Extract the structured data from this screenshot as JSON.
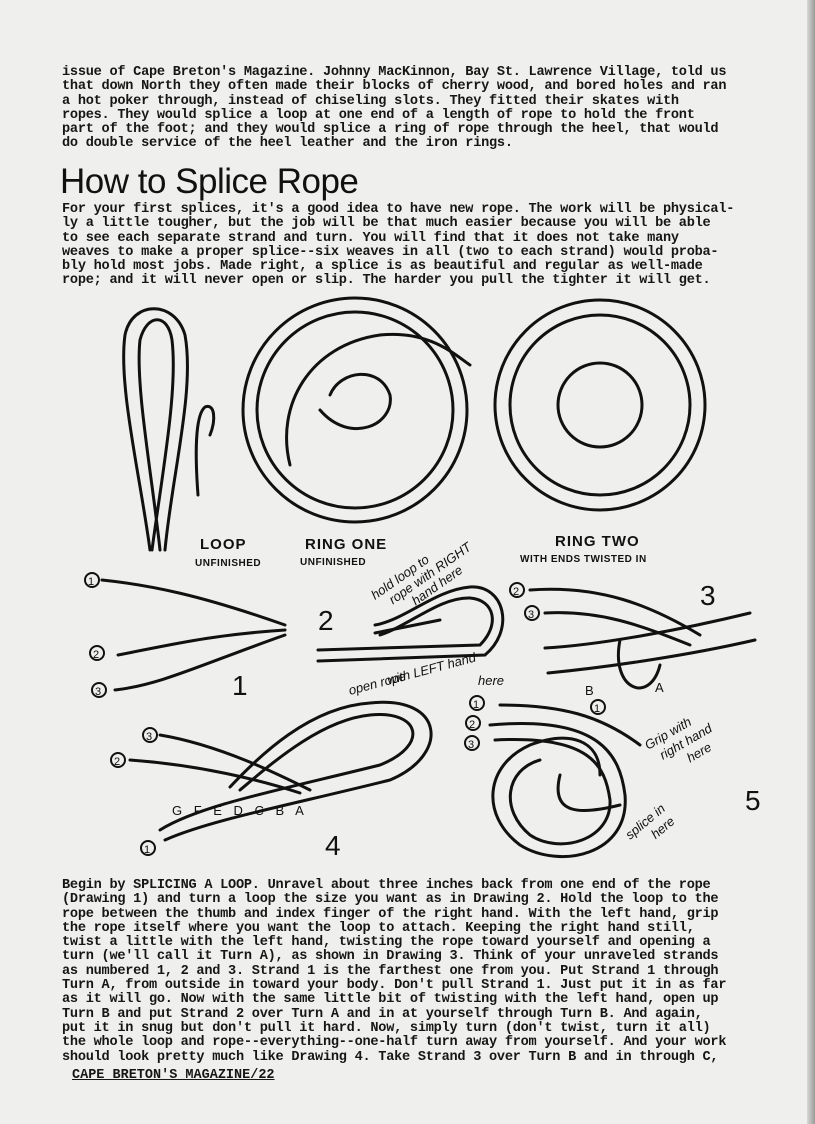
{
  "top_paragraph": {
    "lines": [
      "issue of Cape Breton's Magazine. Johnny MacKinnon, Bay St. Lawrence Village, told us",
      "that down North they often made their blocks of cherry wood, and bored holes and ran",
      "a hot poker through, instead of chiseling slots. They fitted their skates with",
      "ropes. They would splice a loop at one end of a length of rope to hold the front",
      "part of the foot; and they would splice a ring of rope through the heel, that would",
      "do double service of the heel leather and the iron rings."
    ]
  },
  "title": "How to Splice Rope",
  "intro_paragraph": {
    "lines": [
      "For your first splices, it's a good idea to have new rope. The work will be physical-",
      "ly a little tougher, but the job will be that much easier because you will be able",
      "to see each separate strand and turn. You will find that it does not take many",
      "weaves to make a proper splice--six weaves in all (two to each strand) would proba-",
      "bly hold most jobs. Made right, a splice is as beautiful and regular as well-made",
      "rope; and it will never open or slip. The harder you pull the tighter it will get."
    ]
  },
  "drawings": {
    "loop": {
      "title": "LOOP",
      "subtitle": "UNFINISHED"
    },
    "ring_one": {
      "title": "RING ONE",
      "subtitle": "UNFINISHED"
    },
    "ring_two": {
      "title": "RING TWO",
      "subtitle": "WITH ENDS TWISTED IN"
    },
    "strand_labels": [
      "1",
      "2",
      "3"
    ],
    "d1": {
      "number": "1"
    },
    "d2": {
      "number": "2",
      "note_top": [
        "hold loop to",
        "rope with RIGHT",
        "hand here"
      ],
      "note_bottom": [
        "open rope",
        "with LEFT hand",
        "here"
      ]
    },
    "d3": {
      "number": "3",
      "turn_b": "B",
      "turn_a": "A"
    },
    "d4": {
      "number": "4",
      "turns": "G F E D C B A"
    },
    "d5": {
      "number": "5",
      "note_grip": [
        "Grip with",
        "right hand",
        "here"
      ],
      "note_splice": [
        "splice in",
        "here"
      ]
    }
  },
  "body_paragraph": {
    "lines": [
      "Begin by SPLICING A LOOP. Unravel about three inches back from one end of the rope",
      "(Drawing 1) and turn a loop the size you want as in Drawing 2. Hold the loop to the",
      "rope between the thumb and index finger of the right hand. With the left hand, grip",
      "the rope itself where you want the loop to attach. Keeping the right hand still,",
      "twist a little with the left hand, twisting the rope toward yourself and opening a",
      "turn (we'll call it Turn A), as shown in Drawing 3. Think of your unraveled strands",
      "as numbered 1, 2 and 3. Strand 1 is the farthest one from you. Put Strand 1 through",
      "Turn A, from outside in toward your body. Don't pull Strand 1. Just put it in as far",
      "as it will go. Now with the same little bit of twisting with the left hand, open up",
      "Turn B and put Strand 2 over Turn A and in at yourself through Turn B. And again,",
      "put it in snug but don't pull it hard. Now, simply turn (don't twist, turn it all)",
      "the whole loop and rope--everything--one-half turn away from yourself. And your work",
      "should look pretty much like Drawing 4. Take Strand 3 over Turn B and in through C,"
    ]
  },
  "footer": "CAPE BRETON'S MAGAZINE/22"
}
